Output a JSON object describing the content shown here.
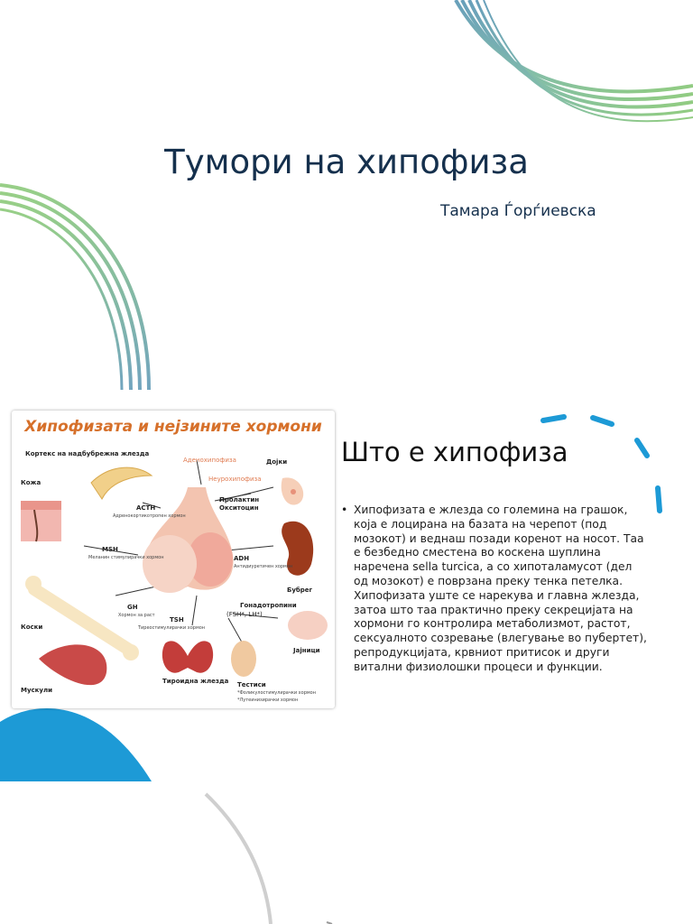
{
  "slide": {
    "title": "Тумори на хипофиза",
    "author": "Тамара Ѓорѓиевска"
  },
  "figure": {
    "title": "Хипофизата и нејзините хормони",
    "labels": {
      "adenohypophysis": "Аденохипофиза",
      "neurohypophysis": "Неурохипофиза",
      "cortex": "Кортекс на надбубрежна жлезда",
      "skin": "Кожа",
      "acth": "ACTH",
      "acth_desc": "Адренокортикотропен хормон",
      "prolactin": "Пролактин",
      "oxytocin": "Окситоцин",
      "breasts": "Дојки",
      "msh": "MSH",
      "msh_desc": "Меланин стимулирачки хормон",
      "adh": "ADH",
      "adh_desc": "Антидиуретичен хормон",
      "kidney": "Бубрег",
      "gh": "GH",
      "gh_desc": "Хормон за раст",
      "bones": "Коски",
      "tsh": "TSH",
      "tsh_desc": "Тиреостимулирачки хормон",
      "gonadotropins": "Гонадотропини",
      "fsh_lh": "(FSH*, LH*)",
      "ovaries": "Јајници",
      "muscles": "Мускули",
      "thyroid": "Тироидна жлезда",
      "testes": "Тестиси",
      "footnote1": "*Фоликулостимулирачки хормон",
      "footnote2": "*Лутеинизирачки хормон"
    }
  },
  "section": {
    "heading": "Што е хипофиза",
    "paragraph": "Хипофизата е жлезда со големина на грашок, која е лоцирана на базата на черепот (под мозокот) и веднаш позади коренот на носот. Таа е безбедно сместена во коскена шуплина наречена sella turcica, а со хипоталамусот (дел од мозокот) е поврзана преку тенка петелка. Хипофизата уште се нарекува и главна жлезда, затоа што таа практично преку секрецијата на хормони го контролира метаболизмот, растот, сексуалното созревање (влегување во пубертет), репродукцијата, крвниот притисок и други витални физиолошки процеси и функции."
  },
  "colors": {
    "title": "#15304d",
    "accent_blue": "#1d9ad6",
    "deco_green": "#6db35a",
    "deco_teal": "#4f8fb0",
    "figure_title": "#d6702a"
  }
}
